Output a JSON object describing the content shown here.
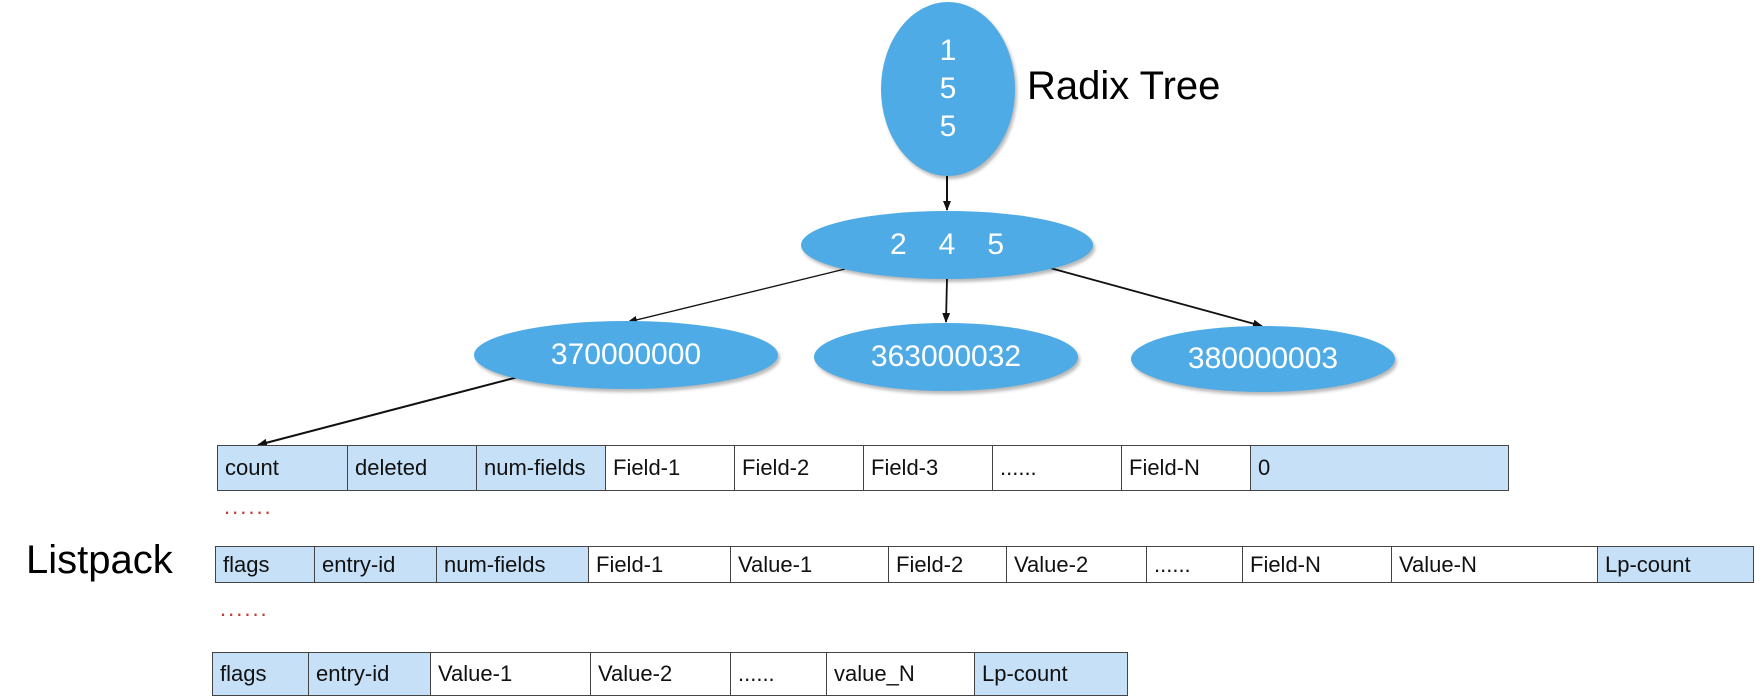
{
  "tree": {
    "title": "Radix Tree",
    "root": {
      "chars": [
        "1",
        "5",
        "5"
      ]
    },
    "mid": {
      "chars": [
        "2",
        "4",
        "5"
      ]
    },
    "leaves": [
      {
        "label": "370000000"
      },
      {
        "label": "363000032"
      },
      {
        "label": "380000003"
      }
    ]
  },
  "listpack": {
    "title": "Listpack",
    "ellipsis": "......",
    "master_entry": [
      {
        "label": "count",
        "style": "blue"
      },
      {
        "label": "deleted",
        "style": "blue"
      },
      {
        "label": "num-fields",
        "style": "blue"
      },
      {
        "label": "Field-1",
        "style": "white"
      },
      {
        "label": "Field-2",
        "style": "white"
      },
      {
        "label": "Field-3",
        "style": "white"
      },
      {
        "label": "......",
        "style": "white"
      },
      {
        "label": "Field-N",
        "style": "white"
      },
      {
        "label": "0",
        "style": "blue"
      }
    ],
    "entry_full": [
      {
        "label": "flags",
        "style": "blue"
      },
      {
        "label": "entry-id",
        "style": "blue"
      },
      {
        "label": "num-fields",
        "style": "blue"
      },
      {
        "label": "Field-1",
        "style": "white"
      },
      {
        "label": "Value-1",
        "style": "white"
      },
      {
        "label": "Field-2",
        "style": "white"
      },
      {
        "label": "Value-2",
        "style": "white"
      },
      {
        "label": "......",
        "style": "white"
      },
      {
        "label": "Field-N",
        "style": "white"
      },
      {
        "label": "Value-N",
        "style": "white"
      },
      {
        "label": "Lp-count",
        "style": "blue"
      }
    ],
    "entry_same_fields": [
      {
        "label": "flags",
        "style": "blue"
      },
      {
        "label": "entry-id",
        "style": "blue"
      },
      {
        "label": "Value-1",
        "style": "white"
      },
      {
        "label": "Value-2",
        "style": "white"
      },
      {
        "label": "......",
        "style": "white"
      },
      {
        "label": "value_N",
        "style": "white"
      },
      {
        "label": "Lp-count",
        "style": "blue"
      }
    ]
  }
}
